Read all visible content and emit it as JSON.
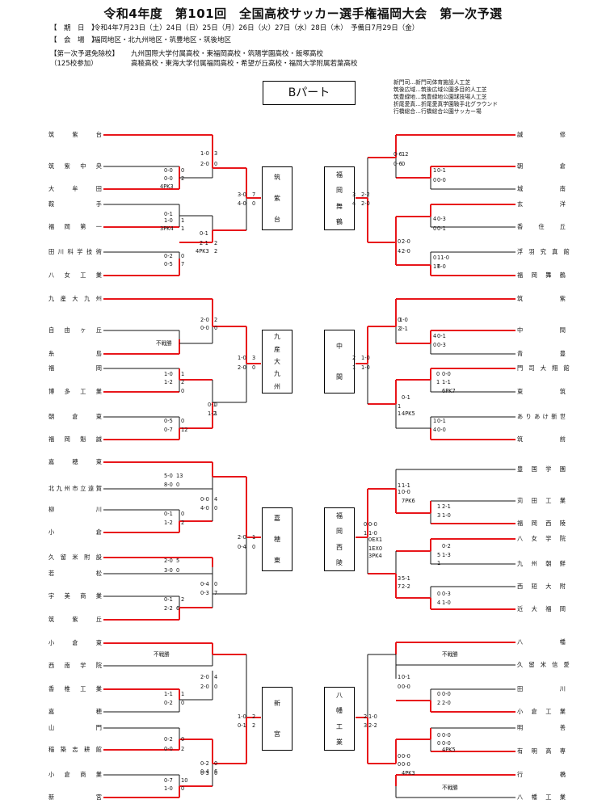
{
  "title": "令和4年度　第101回　全国高校サッカー選手権福岡大会　第一次予選",
  "info": [
    {
      "k": "【　期　日　】",
      "v": "令和4年7月23日（土）24日（日）25日（月）26日（火）27日（水）28日（木）　予備日7月29日（金）"
    },
    {
      "k": "【　会　場　】",
      "v": "福岡地区・北九州地区・筑豊地区・筑後地区"
    },
    {
      "k": "【第一次予選免除校】",
      "v": "九州国際大学付属高校・東福岡高校・筑陽学園高校・飯塚高校"
    },
    {
      "k": "（125校参加）",
      "v": "高稜高校・東海大学付属福岡高校・希望が丘高校・福岡大学附属若葉高校"
    }
  ],
  "part_label": "Bパート",
  "legend": [
    "新門司…新門司体育施設人工芝",
    "筑後広域…筑後広域公園多目的人工芝",
    "筑豊緑地…筑豊緑地公園球技場人工芝",
    "折尾愛真…折尾愛真学園鞍手北グラウンド",
    "行橋総合…行橋総合公園サッカー場"
  ],
  "left_teams": [
    "筑　紫　台",
    "筑　紫　中　央",
    "大　牟　田",
    "鞍　手",
    "福　岡　第　一",
    "田川科学技術",
    "八　女　工　業",
    "九　産　大　九　州",
    "自　由　ヶ　丘",
    "糸　島",
    "福　岡",
    "博　多　工　業",
    "朝　倉　東",
    "福　岡　魁　誠",
    "嘉　穂　東",
    "北九州市立遠賀",
    "柳　川",
    "小　倉",
    "久留米附設",
    "若　松",
    "宇　美　商　業",
    "筑　紫　丘",
    "小　倉　東",
    "西　南　学　院",
    "香　椎　工　業",
    "嘉　穂",
    "山　門",
    "稲築志耕館",
    "小　倉　商　業",
    "新　宮"
  ],
  "right_teams": [
    "誠　修",
    "朝　倉",
    "城　南",
    "玄　洋",
    "香　住　丘",
    "浮　羽　究　真　館",
    "福　岡　舞　鶴",
    "筑　紫",
    "中　間",
    "青　豊",
    "門　司　大　翔　館",
    "東　筑",
    "ありあけ新世",
    "筑　前",
    "豊　国　学　園",
    "苅　田　工　業",
    "福　岡　西　陵",
    "八　女　学　院",
    "九　州　朝　鮮",
    "西　短　大　附",
    "近　大　福　岡",
    "八　幡",
    "久　留　米　信　愛",
    "田　川",
    "小　倉　工　業",
    "明　善",
    "有　明　高　専",
    "行　橋",
    "八　幡　工　業"
  ],
  "winners_left": [
    [
      "筑",
      "紫",
      "台"
    ],
    [
      "九",
      "産",
      "大",
      "九",
      "州"
    ],
    [
      "嘉",
      "穂",
      "東"
    ],
    [
      "新",
      "宮"
    ]
  ],
  "winners_right": [
    [
      "福",
      "岡",
      "舞",
      "鶴"
    ],
    [
      "中",
      "間"
    ],
    [
      "福",
      "岡",
      "西",
      "陵"
    ],
    [
      "八",
      "幡",
      "工",
      "業"
    ]
  ],
  "scores": [
    "1-0",
    "3",
    "2-0",
    "0",
    "0-0",
    "0",
    "0-0",
    "2",
    "4PK3",
    "0-1",
    "2-1",
    "2",
    "4PK3",
    "2",
    "0-1",
    "1-0",
    "1",
    "3PK4",
    "1",
    "0-2",
    "0",
    "0-5",
    "7",
    "3-0",
    "7",
    "4-0",
    "0",
    "0-6",
    "12",
    "0-6",
    "0",
    "0-1",
    "1",
    "0-0",
    "0",
    "2-2",
    "3",
    "2-0",
    "4",
    "0-3",
    "4",
    "0-1",
    "0",
    "2-0",
    "0",
    "2-0",
    "4",
    "11-0",
    "0",
    "6-0",
    "17",
    "2-0",
    "2",
    "0-0",
    "0",
    "不戦勝",
    "1-0",
    "3",
    "2-0",
    "0",
    "1-0",
    "1",
    "1-2",
    "2",
    "0",
    "0-1",
    "0",
    "1-2",
    "1",
    "0-5",
    "0",
    "0-7",
    "12",
    "1-0",
    "0",
    "2-1",
    "2",
    "0-1",
    "4",
    "0-3",
    "0",
    "1-0",
    "2",
    "1-0",
    "1",
    "0-0",
    "0",
    "1-1",
    "1",
    "6PK7",
    "0-1",
    "1",
    "4PK5",
    "1",
    "0-1",
    "1",
    "0-0",
    "4",
    "5-0",
    "13",
    "8-0",
    "0",
    "0-0",
    "4",
    "4-0",
    "0",
    "0-1",
    "0",
    "1-2",
    "2",
    "2-0",
    "5",
    "3-0",
    "0",
    "0-4",
    "0",
    "0-3",
    "7",
    "0-1",
    "2",
    "2-0",
    "1",
    "0-4",
    "0",
    "2-2",
    "6",
    "1-1",
    "1",
    "0-0",
    "1",
    "7PK6",
    "2-1",
    "1",
    "1-0",
    "3",
    "0-0",
    "0",
    "1-0",
    "1",
    "0EX1",
    "1EX0",
    "3PK4",
    "0-2",
    "1-3",
    "5",
    "1",
    "5-1",
    "3",
    "2-2",
    "7",
    "0-3",
    "0",
    "1-0",
    "4",
    "不戦勝",
    "2-0",
    "4",
    "2-0",
    "0",
    "1-0",
    "2",
    "1-1",
    "1",
    "0-2",
    "0",
    "0-2",
    "0",
    "0-0",
    "2",
    "0-2",
    "0",
    "0-4",
    "6",
    "0-3",
    "0",
    "0-7",
    "10",
    "1-0",
    "0",
    "0-1",
    "2",
    "不戦勝",
    "0-1",
    "1",
    "0-0",
    "0",
    "1-0",
    "2",
    "2-2",
    "3",
    "0-0",
    "0",
    "0-0",
    "0",
    "4PK5",
    "0-0",
    "0",
    "0-0",
    "0",
    "4PK3",
    "不戦勝",
    "0-0",
    "0",
    "2-0",
    "2"
  ],
  "colors": {
    "win": "#e8161b",
    "line": "#111111"
  }
}
